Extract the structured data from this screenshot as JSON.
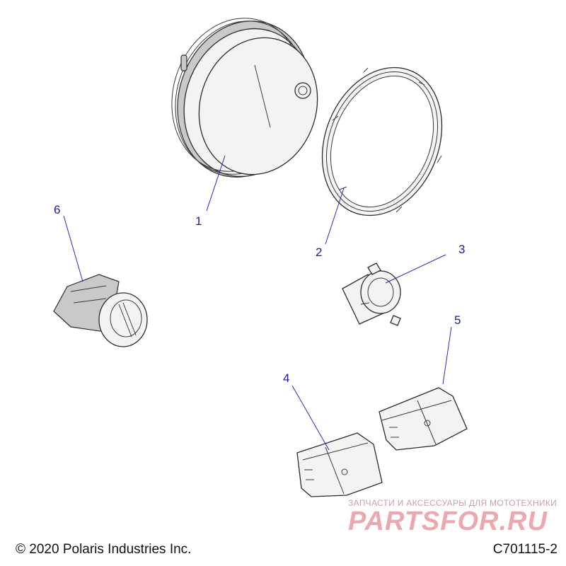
{
  "diagram": {
    "callouts": [
      {
        "id": "1",
        "label": "1"
      },
      {
        "id": "2",
        "label": "2"
      },
      {
        "id": "3",
        "label": "3"
      },
      {
        "id": "4",
        "label": "4"
      },
      {
        "id": "5",
        "label": "5"
      },
      {
        "id": "6",
        "label": "6"
      }
    ]
  },
  "footer": {
    "copyright": "© 2020 Polaris Industries Inc.",
    "drawing_number": "C701115-2"
  },
  "watermark": {
    "tagline": "ЗАПЧАСТИ И АКСЕССУАРЫ ДЛЯ МОТОТЕХНИКИ",
    "brand": "PARTSFOR.RU"
  },
  "colors": {
    "callout_text": "#1a1aa8",
    "leader_line": "#2a2ab8",
    "watermark": "#e79aa2"
  }
}
